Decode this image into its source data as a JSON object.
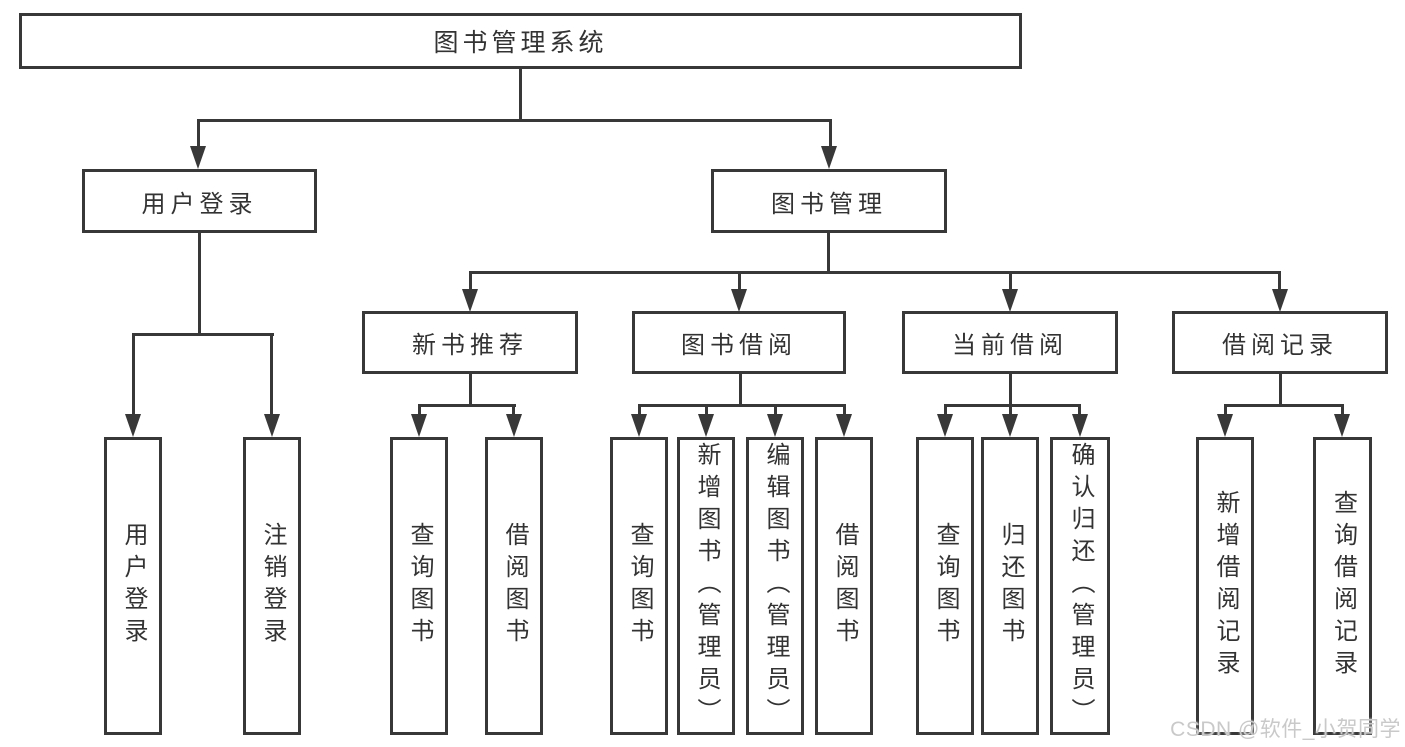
{
  "tree": {
    "root": {
      "label": "图书管理系统",
      "children": [
        {
          "label": "用户登录",
          "children": [
            {
              "label": "用户登录"
            },
            {
              "label": "注销登录"
            }
          ]
        },
        {
          "label": "图书管理",
          "children": [
            {
              "label": "新书推荐",
              "children": [
                {
                  "label": "查询图书"
                },
                {
                  "label": "借阅图书"
                }
              ]
            },
            {
              "label": "图书借阅",
              "children": [
                {
                  "label": "查询图书"
                },
                {
                  "label": "新增图书（管理员）"
                },
                {
                  "label": "编辑图书（管理员）"
                },
                {
                  "label": "借阅图书"
                }
              ]
            },
            {
              "label": "当前借阅",
              "children": [
                {
                  "label": "查询图书"
                },
                {
                  "label": "归还图书"
                },
                {
                  "label": "确认归还（管理员）"
                }
              ]
            },
            {
              "label": "借阅记录",
              "children": [
                {
                  "label": "新增借阅记录"
                },
                {
                  "label": "查询借阅记录"
                }
              ]
            }
          ]
        }
      ]
    }
  },
  "watermark": {
    "label": "CSDN @软件_小贺同学"
  },
  "colors": {
    "stroke": "#383838",
    "text": "#333333",
    "watermark": "#c9c9c9",
    "background": "#ffffff"
  }
}
